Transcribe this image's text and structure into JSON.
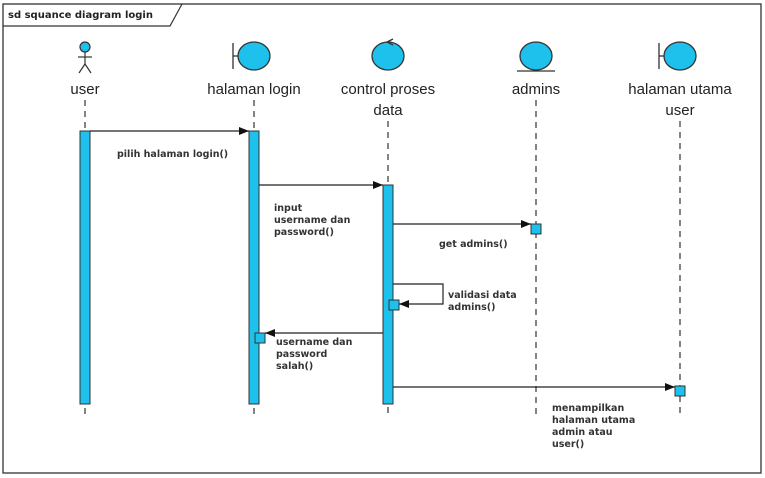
{
  "frame": {
    "title": "sd squance diagram login"
  },
  "colors": {
    "actor_fill": "#1ec0ec",
    "activation_fill": "#1ec0ec",
    "line": "#222222"
  },
  "lifelines": [
    {
      "id": "user",
      "type": "actor",
      "icon": "actor-icon",
      "label_lines": [
        "user"
      ]
    },
    {
      "id": "halaman-login",
      "type": "boundary",
      "icon": "boundary-icon",
      "label_lines": [
        "halaman login"
      ]
    },
    {
      "id": "control-proses-data",
      "type": "control",
      "icon": "control-icon",
      "label_lines": [
        "control proses",
        "data"
      ]
    },
    {
      "id": "admins",
      "type": "entity",
      "icon": "entity-icon",
      "label_lines": [
        "admins"
      ]
    },
    {
      "id": "halaman-utama-user",
      "type": "boundary",
      "icon": "boundary-icon",
      "label_lines": [
        "halaman utama",
        "user"
      ]
    }
  ],
  "messages": [
    {
      "from": "user",
      "to": "halaman-login",
      "label_lines": [
        "pilih halaman login()"
      ]
    },
    {
      "from": "halaman-login",
      "to": "control-proses-data",
      "label_lines": [
        "input",
        "username dan",
        "password()"
      ]
    },
    {
      "from": "control-proses-data",
      "to": "admins",
      "label_lines": [
        "get admins()"
      ]
    },
    {
      "from": "control-proses-data",
      "to": "control-proses-data",
      "label_lines": [
        "validasi data",
        "admins()"
      ]
    },
    {
      "from": "control-proses-data",
      "to": "halaman-login",
      "label_lines": [
        "username dan",
        "password",
        "salah()"
      ]
    },
    {
      "from": "control-proses-data",
      "to": "halaman-utama-user",
      "label_lines": [
        "menampilkan",
        "halaman utama",
        "admin atau",
        "user()"
      ]
    }
  ]
}
